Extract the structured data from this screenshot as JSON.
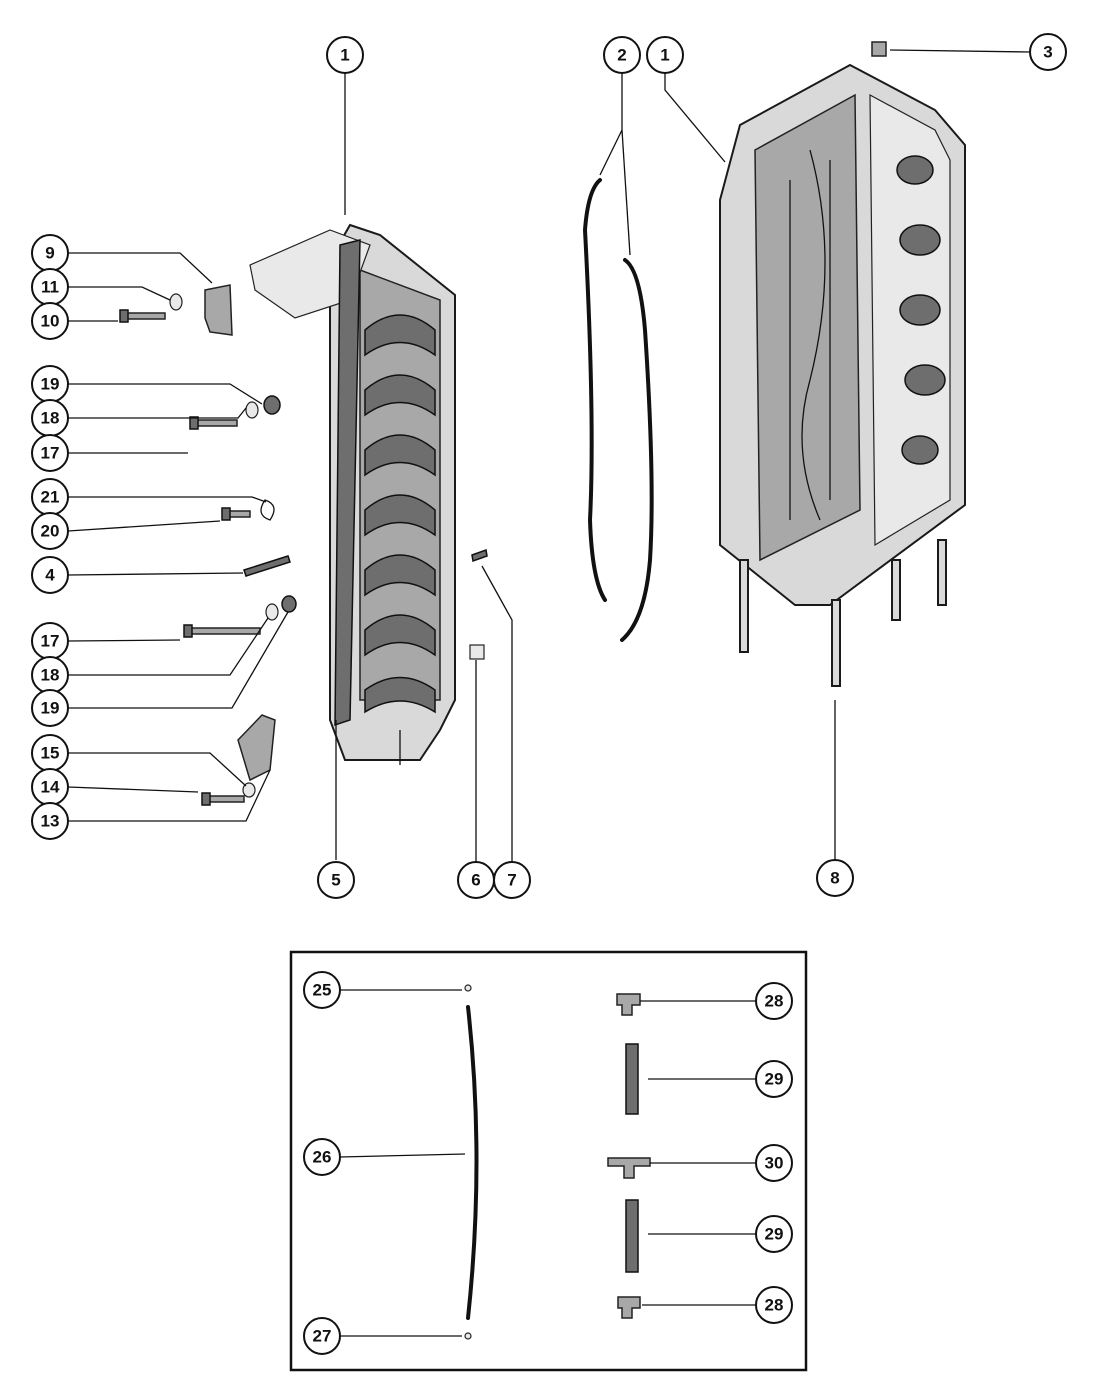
{
  "callouts": [
    {
      "label": "1"
    },
    {
      "label": "2"
    },
    {
      "label": "1"
    },
    {
      "label": "3"
    },
    {
      "label": "9"
    },
    {
      "label": "11"
    },
    {
      "label": "10"
    },
    {
      "label": "19"
    },
    {
      "label": "18"
    },
    {
      "label": "17"
    },
    {
      "label": "21"
    },
    {
      "label": "20"
    },
    {
      "label": "4"
    },
    {
      "label": "17"
    },
    {
      "label": "18"
    },
    {
      "label": "19"
    },
    {
      "label": "15"
    },
    {
      "label": "14"
    },
    {
      "label": "13"
    },
    {
      "label": "5"
    },
    {
      "label": "6"
    },
    {
      "label": "7"
    },
    {
      "label": "8"
    },
    {
      "label": "25"
    },
    {
      "label": "26"
    },
    {
      "label": "27"
    },
    {
      "label": "28"
    },
    {
      "label": "29"
    },
    {
      "label": "30"
    },
    {
      "label": "29"
    },
    {
      "label": "28"
    }
  ],
  "colors": {
    "ink": "#111111",
    "background": "#ffffff",
    "casting": "#d9d9d9",
    "shadow": "#6e6e6e"
  }
}
